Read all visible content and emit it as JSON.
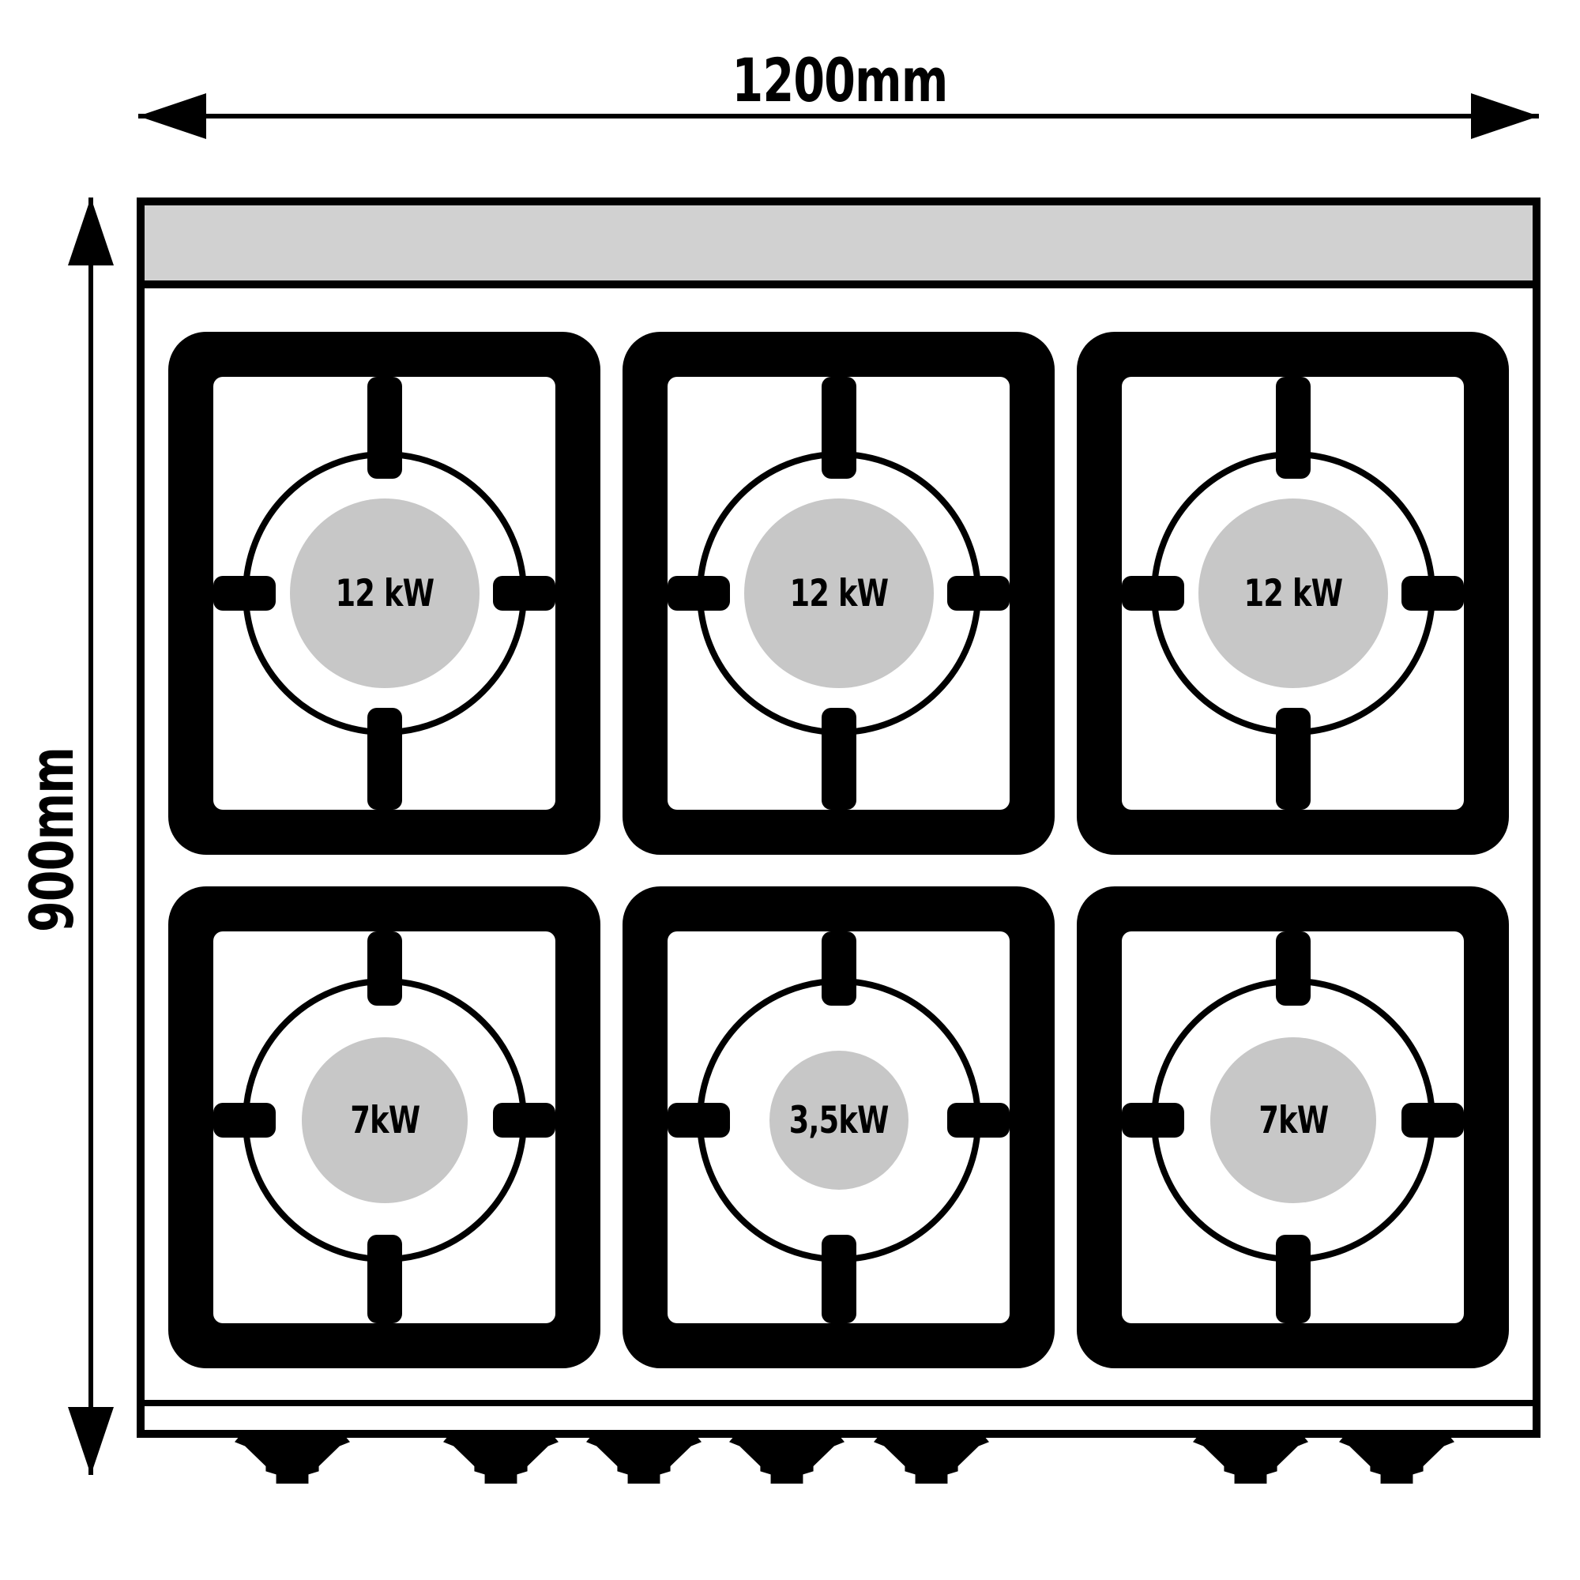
{
  "diagram": {
    "title": "gas-range-top-view-dimension-diagram",
    "width_label": "1200mm",
    "height_label": "900mm"
  },
  "colors": {
    "outline": "#000000",
    "back_panel_gray": "#d1d1d1",
    "burner_hub_gray": "#c7c7c7",
    "background": "#ffffff"
  },
  "burners": [
    {
      "position": "top-left",
      "power": "12 kW"
    },
    {
      "position": "top-center",
      "power": "12 kW"
    },
    {
      "position": "top-right",
      "power": "12 kW"
    },
    {
      "position": "bottom-left",
      "power": "7kW"
    },
    {
      "position": "bottom-center",
      "power": "3,5kW"
    },
    {
      "position": "bottom-right",
      "power": "7kW"
    }
  ],
  "feet_count": 7
}
